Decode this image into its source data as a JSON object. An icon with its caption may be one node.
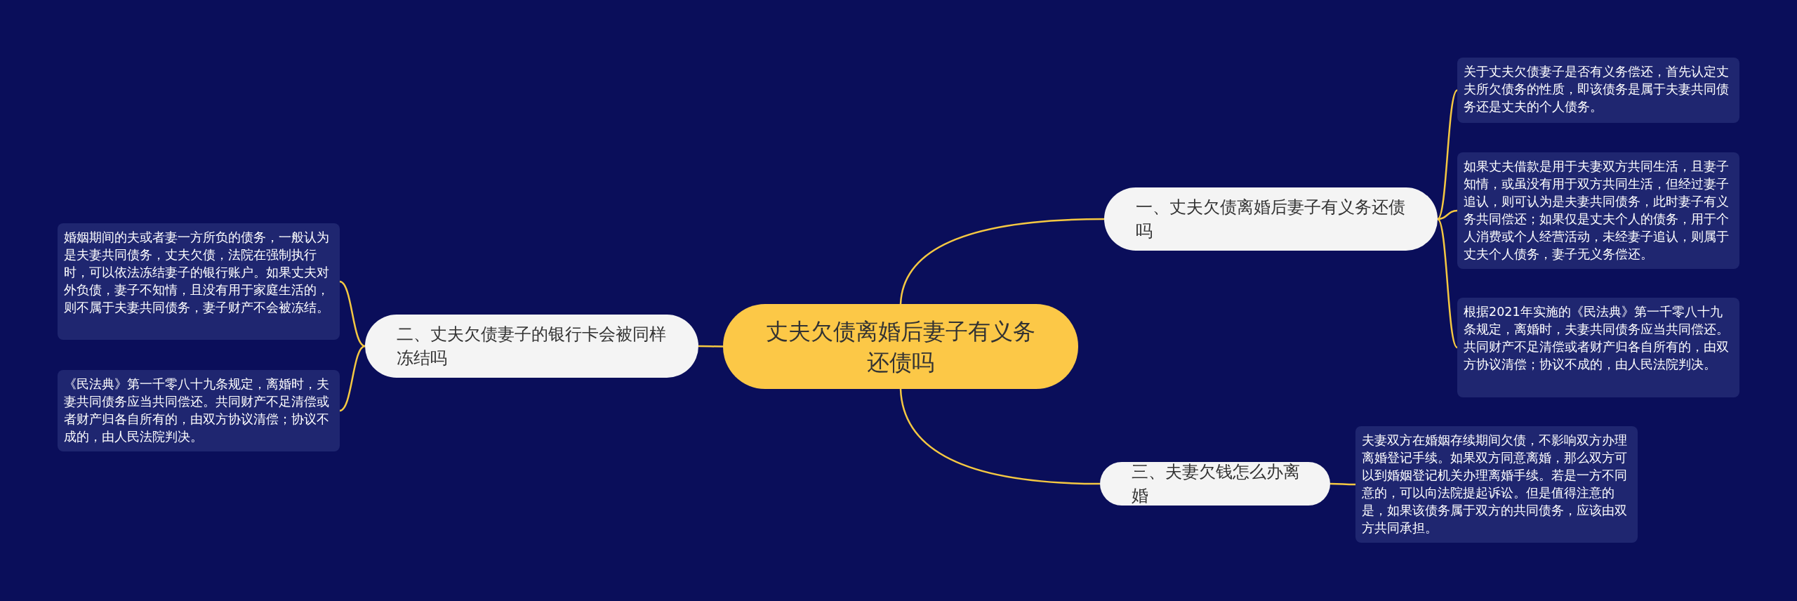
{
  "diagram": {
    "nodes": [
      {
        "text": [
          "丈夫欠债离婚后妻子有义务还债吗"
        ]
      },
      {
        "text": [
          "一、丈夫欠债离婚后妻子有义务还债吗"
        ]
      },
      {
        "text": [
          "关于丈夫欠债妻子是否有义务偿还，首先认定丈夫所欠债务的性质，即该债务是属于夫妻共同债务还是丈夫的个人债务。"
        ]
      },
      {
        "text": [
          "如果丈夫借款是用于夫妻双方共同生活，且妻子知情，或虽没有用于双方共同生活，但经过妻子追认，则可认为是夫妻共同债务，此时妻子有义务共同偿还；如果仅是丈夫个人的债务，用于个人消费或个人经营活动，未经妻子追认，则属于丈夫个人债务，妻子无义务偿还。"
        ]
      },
      {
        "text": [
          "根据2021年实施的《民法典》第一千零八十九条规定，离婚时，夫妻共同债务应当共同偿还。共同财产不足清偿或者财产归各自所有的，由双方协议清偿；协议不成的，由人民法院判决。"
        ]
      },
      {
        "text": [
          "二、丈夫欠债妻子的银行卡会被同样冻结吗"
        ]
      },
      {
        "text": [
          "婚姻期间的夫或者妻一方所负的债务，一般认为是夫妻共同债务，丈夫欠债，法院在强制执行时，可以依法冻结妻子的银行账户。如果丈夫对外负债，妻子不知情，且没有用于家庭生活的，则不属于夫妻共同债务，妻子财产不会被冻结。"
        ]
      },
      {
        "text": [
          "《民法典》第一千零八十九条规定，离婚时，夫妻共同债务应当共同偿还。共同财产不足清偿或者财产归各自所有的，由双方协议清偿；协议不成的，由人民法院判决。"
        ]
      },
      {
        "text": [
          "三、夫妻欠钱怎么办离婚"
        ]
      },
      {
        "text": [
          "夫妻双方在婚姻存续期间欠债，不影响双方办理离婚登记手续。如果双方同意离婚，那么双方可以到婚姻登记机关办理离婚手续。若是一方不同意的，可以向法院提起诉讼。但是值得注意的是，如果该债务属于双方的共同债务，应该由双方共同承担。"
        ]
      }
    ],
    "edges": [
      {
        "from": 0,
        "to": 1,
        "arrow": "none"
      },
      {
        "from": 1,
        "to": 2,
        "arrow": "none"
      },
      {
        "from": 1,
        "to": 3,
        "arrow": "none"
      },
      {
        "from": 1,
        "to": 4,
        "arrow": "none"
      },
      {
        "from": 0,
        "to": 5,
        "arrow": "none"
      },
      {
        "from": 5,
        "to": 6,
        "arrow": "none"
      },
      {
        "from": 5,
        "to": 7,
        "arrow": "none"
      },
      {
        "from": 0,
        "to": 8,
        "arrow": "none"
      },
      {
        "from": 8,
        "to": 9,
        "arrow": "none"
      }
    ]
  }
}
